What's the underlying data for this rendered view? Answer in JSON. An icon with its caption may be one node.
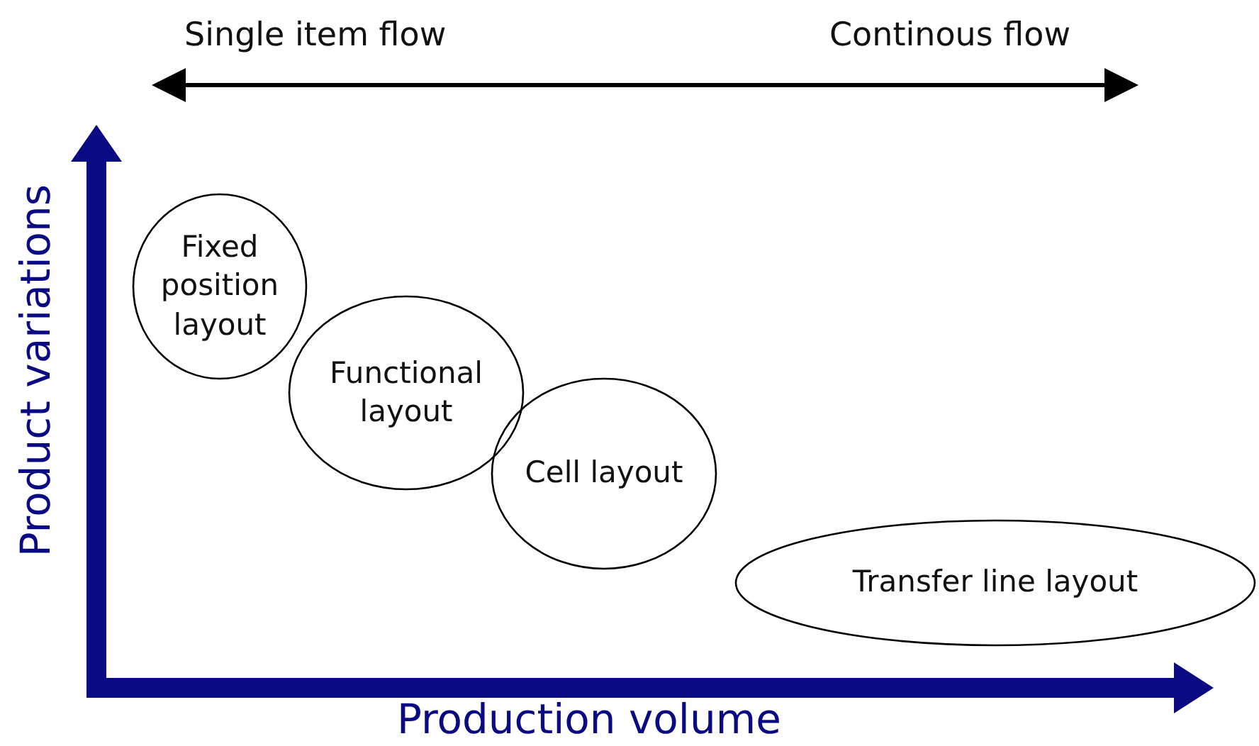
{
  "diagram": {
    "nodes": [
      {
        "text": [
          "Fixed position layout"
        ]
      },
      {
        "text": [
          "Functional layout"
        ]
      },
      {
        "text": [
          "Cell layout"
        ]
      },
      {
        "text": [
          "Transfer line layout"
        ]
      }
    ],
    "edges": [],
    "labels": [
      "Single item flow",
      "Continous flow",
      "Product variations",
      "Production volume"
    ]
  }
}
